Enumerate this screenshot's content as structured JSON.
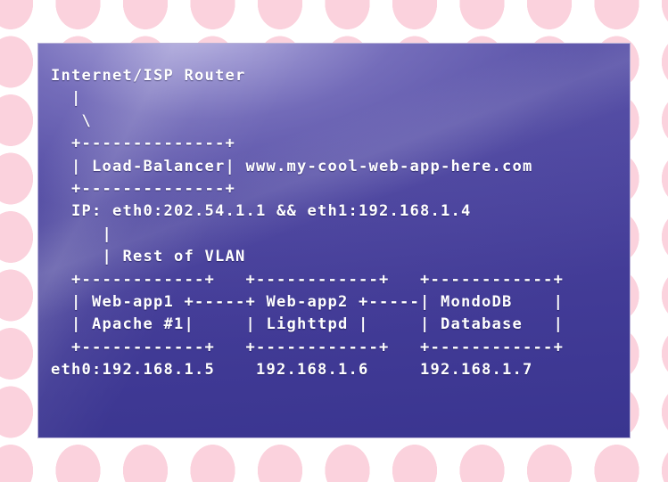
{
  "background": {
    "base_color": "#ffffff",
    "dot_color": "#fbd2dd",
    "pattern": "polka-dots"
  },
  "panel": {
    "name": "network-diagram-panel",
    "gradient_top_color": "#5d56ab",
    "gradient_bottom_color": "#3a3590",
    "highlight_color": "#bcb6e4",
    "border_color": "#b9b3d8",
    "text_color": "#ffffff"
  },
  "diagram": {
    "title": "Internet/ISP Router",
    "ascii": "Internet/ISP Router\n  |\n   \\\n  +--------------+\n  | Load-Balancer| www.my-cool-web-app-here.com\n  +--------------+\n  IP: eth0:202.54.1.1 && eth1:192.168.1.4\n     |\n     | Rest of VLAN\n  +------------+   +------------+   +------------+\n  | Web-app1 +-----+ Web-app2 +-----| MondoDB    |\n  | Apache #1|     | Lighttpd |     | Database   |\n  +------------+   +------------+   +------------+\neth0:192.168.1.5    192.168.1.6     192.168.1.7",
    "lines": [
      "Internet/ISP Router",
      "  |",
      "   \\",
      "  +--------------+",
      "  | Load-Balancer| www.my-cool-web-app-here.com",
      "  +--------------+",
      "  IP: eth0:202.54.1.1 && eth1:192.168.1.4",
      "     |",
      "     | Rest of VLAN",
      "  +------------+   +------------+   +------------+",
      "  | Web-app1 +-----+ Web-app2 +-----| MondoDB    |",
      "  | Apache #1|     | Lighttpd |     | Database   |",
      "  +------------+   +------------+   +------------+",
      "eth0:192.168.1.5    192.168.1.6     192.168.1.7"
    ],
    "nodes": [
      {
        "id": "internet-isp-router",
        "label": "Internet/ISP Router"
      },
      {
        "id": "load-balancer",
        "label": "Load-Balancer",
        "hostname": "www.my-cool-web-app-here.com",
        "ip_line": "IP: eth0:202.54.1.1 && eth1:192.168.1.4",
        "interfaces": [
          {
            "name": "eth0",
            "ip": "202.54.1.1"
          },
          {
            "name": "eth1",
            "ip": "192.168.1.4"
          }
        ]
      },
      {
        "id": "web-app1",
        "label": "Web-app1",
        "service": "Apache #1",
        "ip": "eth0:192.168.1.5"
      },
      {
        "id": "web-app2",
        "label": "Web-app2",
        "service": "Lighttpd",
        "ip": "192.168.1.6"
      },
      {
        "id": "mondodb",
        "label": "MondoDB",
        "service": "Database",
        "ip": "192.168.1.7"
      }
    ],
    "annotations": [
      "Rest of VLAN"
    ]
  }
}
